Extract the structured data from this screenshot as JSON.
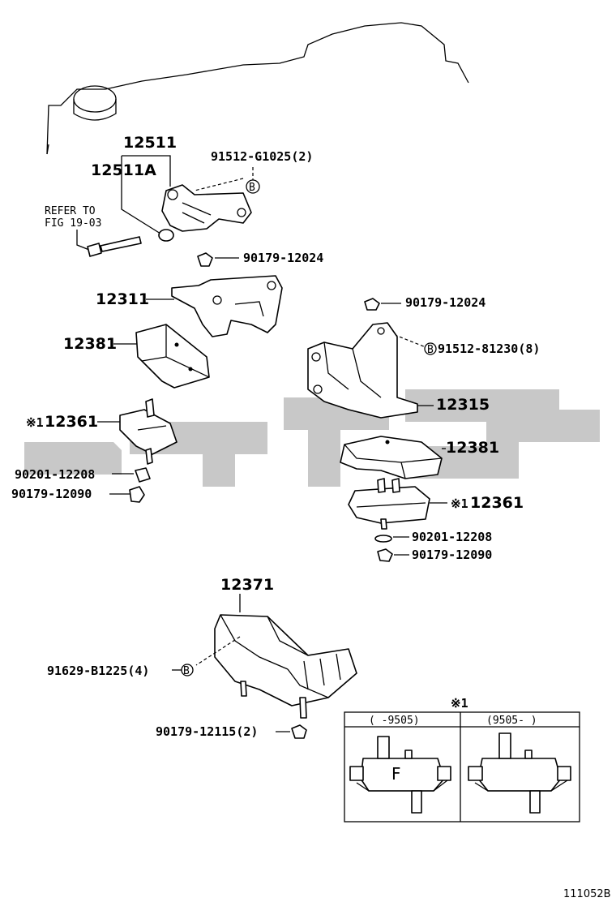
{
  "figure_id": "111052B",
  "refer": [
    "REFER TO",
    "FIG 19-03"
  ],
  "parts": {
    "p12511": "12511",
    "p12511A": "12511A",
    "p91512_G1025": "91512-G1025(2)",
    "p90179_12024_a": "90179-12024",
    "p90179_12024_b": "90179-12024",
    "p12311": "12311",
    "p91512_81230": "91512-81230(8)",
    "p12381_a": "12381",
    "p12381_b": "12381",
    "p12315": "12315",
    "p12361_a": "12361",
    "p12361_b": "12361",
    "p90201_12208_a": "90201-12208",
    "p90201_12208_b": "90201-12208",
    "p90179_12090_a": "90179-12090",
    "p90179_12090_b": "90179-12090",
    "p12371": "12371",
    "p91629_B1225": "91629-B1225(4)",
    "p90179_12115": "90179-12115(2)"
  },
  "markers": {
    "b": "B",
    "note": "※1"
  },
  "inset": {
    "note": "※1",
    "col1": "(     -9505)",
    "col2": "(9505-     )",
    "stamp": "F"
  }
}
